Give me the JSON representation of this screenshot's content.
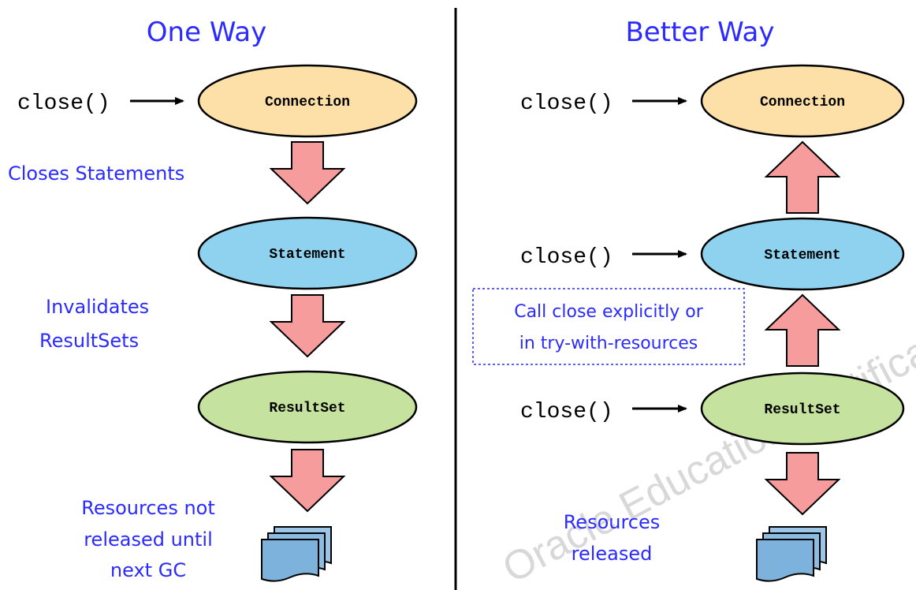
{
  "left_panel": {
    "title": "One Way",
    "close_label": "close()",
    "nodes": [
      "Connection",
      "Statement",
      "ResultSet"
    ],
    "note_closes": "Closes Statements",
    "note_invalidates": [
      "Invalidates",
      "ResultSets"
    ],
    "note_resources": [
      "Resources not",
      "released until",
      "next GC"
    ]
  },
  "right_panel": {
    "title": "Better Way",
    "close_labels": [
      "close()",
      "close()",
      "close()"
    ],
    "nodes": [
      "Connection",
      "Statement",
      "ResultSet"
    ],
    "callout": [
      "Call close explicitly or",
      "in try-with-resources"
    ],
    "note_resources": [
      "Resources",
      "released"
    ]
  },
  "watermark": "Oracle Education Certificatic S",
  "colors": {
    "connection_fill": "#fde0a8",
    "statement_fill": "#8fd2ef",
    "resultset_fill": "#c5e29e",
    "arrow_fill": "#f79c9c",
    "note_text": "#2b2bff",
    "document_fill": "#7db2dd"
  }
}
